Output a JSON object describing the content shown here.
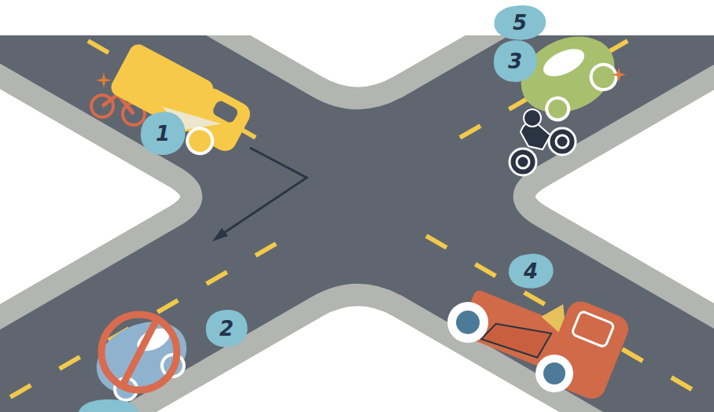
{
  "diagram": {
    "nodes": [
      {
        "text": [
          "5"
        ]
      },
      {
        "text": [
          "3"
        ]
      },
      {
        "text": [
          "1"
        ]
      },
      {
        "text": [
          "4"
        ]
      },
      {
        "text": [
          "2"
        ]
      }
    ]
  }
}
